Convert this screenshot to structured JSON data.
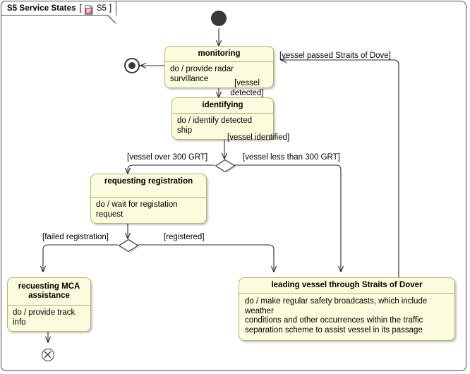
{
  "diagram": {
    "title": "S5 Service States",
    "tag_open": "[",
    "tag_close": "]",
    "tag_icon": "diagram-document-icon",
    "tag_label": "S5",
    "type": "uml-state-machine-diagram",
    "colors": {
      "state_fill": "#fbfbdd",
      "state_border": "#b3b36b",
      "frame_border": "#4d4d4d",
      "node_fill": "#3a3a3a",
      "canvas": "#ffffff"
    }
  },
  "nodes": {
    "initial": {
      "name": "initial-node"
    },
    "final": {
      "name": "final-state-node"
    },
    "terminate": {
      "name": "terminate-node"
    },
    "decision1": {
      "name": "decision-node-grt"
    },
    "decision2": {
      "name": "decision-node-registration"
    }
  },
  "states": [
    {
      "id": "monitoring",
      "name": "monitoring",
      "activity": "do / provide radar survillance"
    },
    {
      "id": "identifying",
      "name": "identifying",
      "activity": "do / identify detected ship"
    },
    {
      "id": "requesting-registration",
      "name": "requesting registration",
      "activity": "do / wait for registation request"
    },
    {
      "id": "recuesting-mca-assistance",
      "name": "recuesting MCA\nassistance",
      "activity": "do / provide track info"
    },
    {
      "id": "leading-vessel",
      "name": "leading vessel through Straits of Dover",
      "activity": "do / make regular safety broadcasts, which include weather\n        conditions and other occurrences within the traffic\n        separation scheme to assist vessel in its passage"
    }
  ],
  "transitions": [
    {
      "id": "t-init-monitoring",
      "from": "initial",
      "to": "monitoring",
      "label": ""
    },
    {
      "id": "t-monitoring-final",
      "from": "monitoring",
      "to": "final",
      "label": ""
    },
    {
      "id": "t-monitoring-identifying",
      "from": "monitoring",
      "to": "identifying",
      "label": "[vessel\ndetected]"
    },
    {
      "id": "t-identifying-decision1",
      "from": "identifying",
      "to": "decision1",
      "label": "[vessel identified]"
    },
    {
      "id": "t-decision1-requesting",
      "from": "decision1",
      "to": "requesting-registration",
      "label": "[vessel over 300 GRT]"
    },
    {
      "id": "t-decision1-leading",
      "from": "decision1",
      "to": "leading-vessel",
      "label": "[vessel less than 300 GRT]"
    },
    {
      "id": "t-requesting-decision2",
      "from": "requesting-registration",
      "to": "decision2",
      "label": ""
    },
    {
      "id": "t-decision2-mca",
      "from": "decision2",
      "to": "recuesting-mca-assistance",
      "label": "[failed registration]"
    },
    {
      "id": "t-decision2-leading",
      "from": "decision2",
      "to": "leading-vessel",
      "label": "[registered]"
    },
    {
      "id": "t-mca-terminate",
      "from": "recuesting-mca-assistance",
      "to": "terminate",
      "label": ""
    },
    {
      "id": "t-leading-monitoring",
      "from": "leading-vessel",
      "to": "monitoring",
      "label": "[vessel passed Straits of Dove]"
    }
  ]
}
